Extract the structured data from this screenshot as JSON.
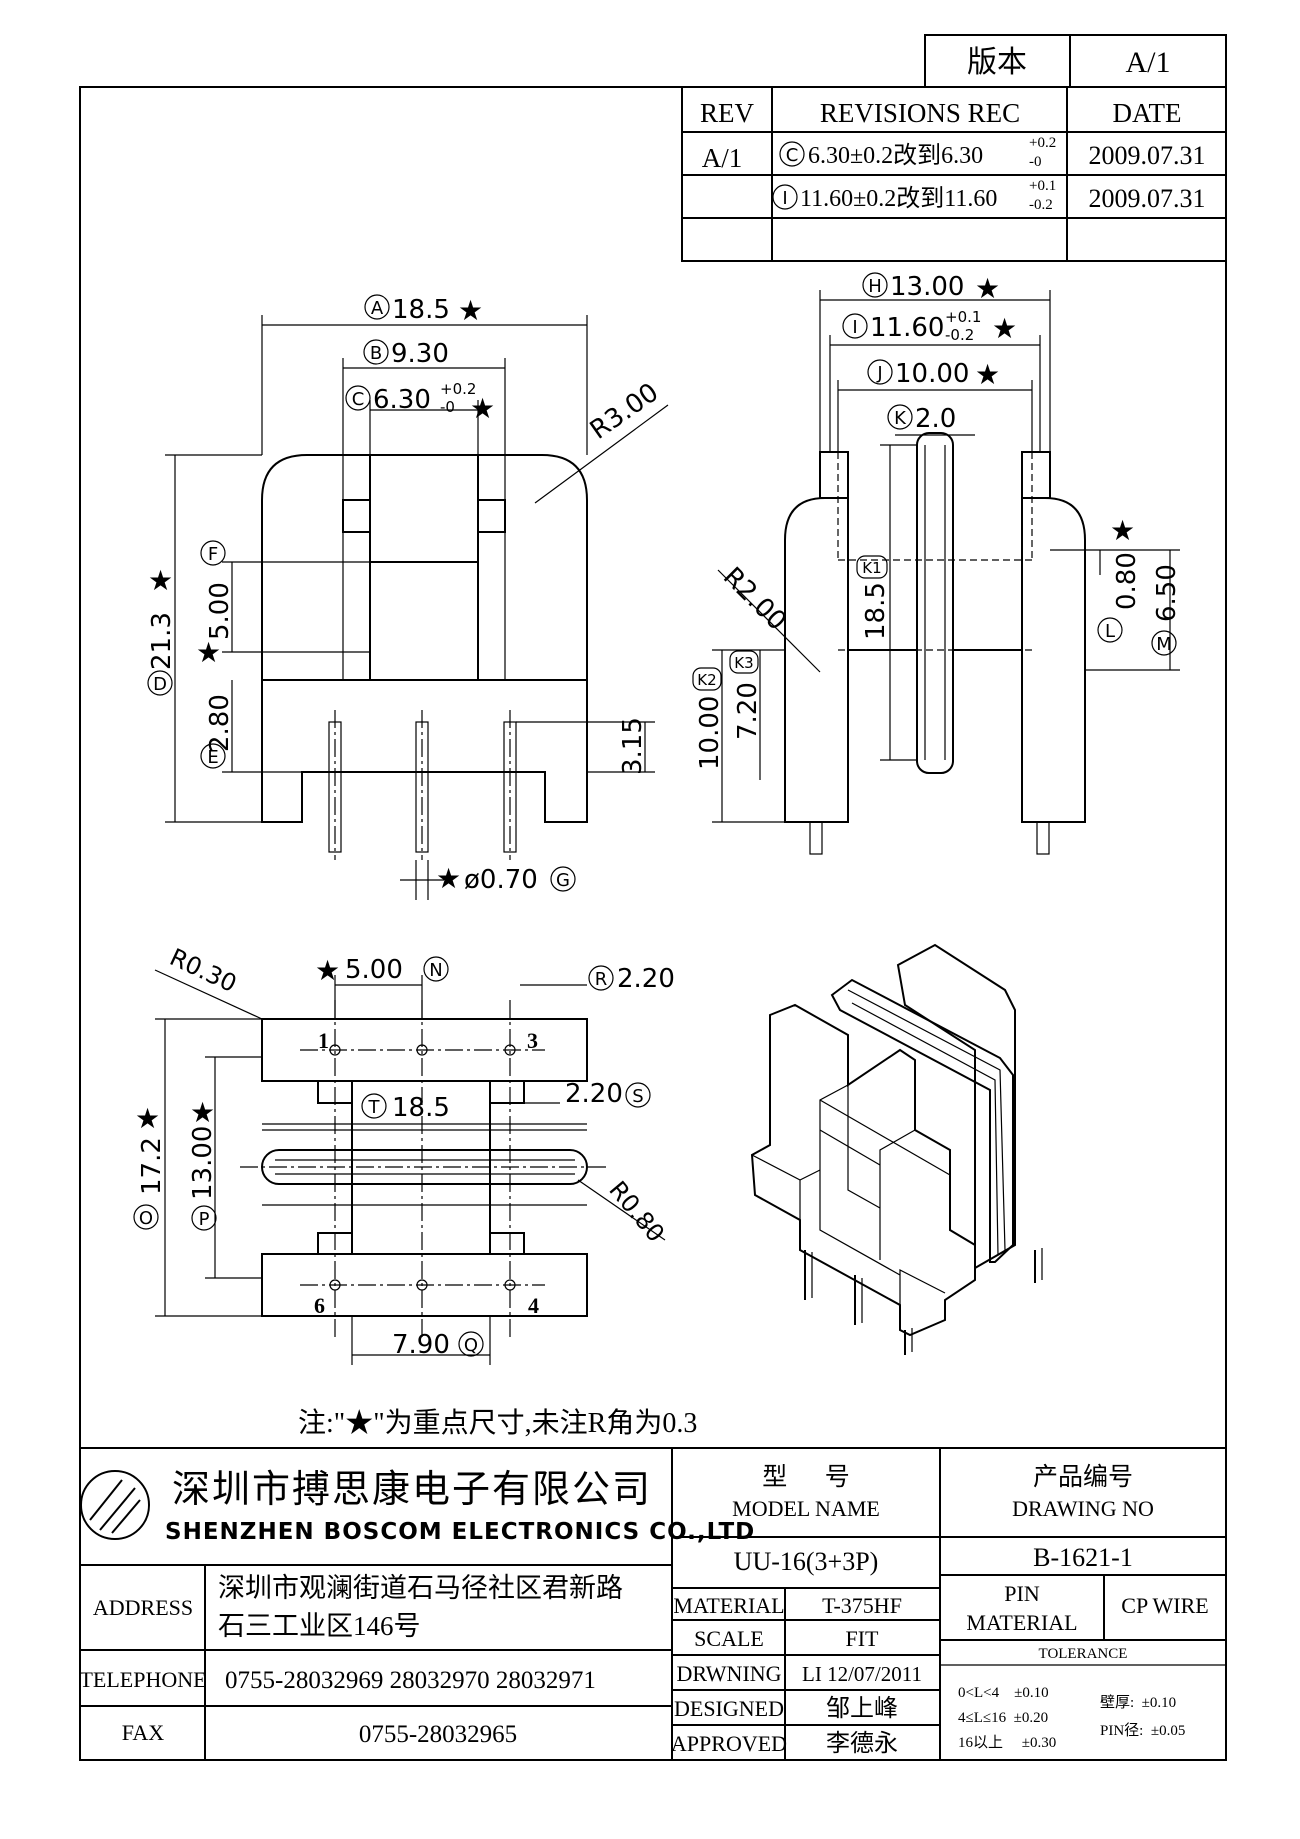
{
  "version_block": {
    "label": "版本",
    "value": "A/1"
  },
  "revisions": {
    "headers": {
      "rev": "REV",
      "rec": "REVISIONS REC",
      "date": "DATE"
    },
    "rev": "A/1",
    "rows": [
      {
        "tag": "C",
        "text": "6.30±0.2改到6.30",
        "tol_hi": "+0.2",
        "tol_lo": "-0",
        "date": "2009.07.31"
      },
      {
        "tag": "I",
        "text": "11.60±0.2改到11.60",
        "tol_hi": "+0.1",
        "tol_lo": "-0.2",
        "date": "2009.07.31"
      }
    ]
  },
  "dimensions": {
    "A": "18.5",
    "B": "9.30",
    "C": "6.30",
    "C_hi": "+0.2",
    "C_lo": "-0",
    "r_top": "R3.00",
    "D": "21.3",
    "F": "5.00",
    "E": "2.80",
    "h315": "3.15",
    "G": "ø0.70",
    "H": "13.00",
    "I": "11.60",
    "I_hi": "+0.1",
    "I_lo": "-0.2",
    "J": "10.00",
    "K": "2.0",
    "K1": "18.5",
    "r_side": "R2.00",
    "K2": "10.00",
    "K3": "7.20",
    "L": "0.80",
    "M": "6.50",
    "r_bot1": "R0.30",
    "N": "5.00",
    "R": "2.20",
    "S": "2.20",
    "T": "18.5",
    "r_bot2": "R0.80",
    "O": "17.2",
    "P": "13.00",
    "Q": "7.90"
  },
  "letters": [
    "A",
    "B",
    "C",
    "D",
    "E",
    "F",
    "G",
    "H",
    "I",
    "J",
    "K",
    "L",
    "M",
    "N",
    "O",
    "P",
    "Q",
    "R",
    "S",
    "T"
  ],
  "k_labels": [
    "K1",
    "K2",
    "K3"
  ],
  "pins": [
    "1",
    "3",
    "6",
    "4"
  ],
  "star": "★",
  "note": "注:\"★\"为重点尺寸,未注R角为0.3",
  "company": {
    "cn": "深圳市搏思康电子有限公司",
    "en": "SHENZHEN BOSCOM ELECTRONICS CO.,LTD"
  },
  "address": {
    "label": "ADDRESS",
    "line1": "深圳市观澜街道石马径社区君新路",
    "line2": "石三工业区146号"
  },
  "telephone": {
    "label": "TELEPHONE",
    "value": "0755-28032969 28032970 28032971"
  },
  "fax": {
    "label": "FAX",
    "value": "0755-28032965"
  },
  "model": {
    "label_cn": "型      号",
    "label_en": "MODEL NAME",
    "value": "UU-16(3+3P)"
  },
  "drawing_no": {
    "label_cn": "产品编号",
    "label_en": "DRAWING NO",
    "value": "B-1621-1"
  },
  "material": {
    "label": "MATERIAL",
    "value": "T-375HF"
  },
  "scale": {
    "label": "SCALE",
    "value": "FIT"
  },
  "drawing": {
    "label": "DRWNING",
    "value": "LI 12/07/2011"
  },
  "designed": {
    "label": "DESIGNED",
    "value": "邹上峰"
  },
  "approved": {
    "label": "APPROVED",
    "value": "李德永"
  },
  "pin_material": {
    "label1": "PIN",
    "label2": "MATERIAL",
    "value": "CP WIRE"
  },
  "tolerance": {
    "label": "TOLERANCE",
    "r1": "0<L<4    ±0.10",
    "r2": "4≤L≤16  ±0.20",
    "r3": "16以上     ±0.30",
    "w1": "壁厚:  ±0.10",
    "w2": "PIN径:  ±0.05"
  }
}
